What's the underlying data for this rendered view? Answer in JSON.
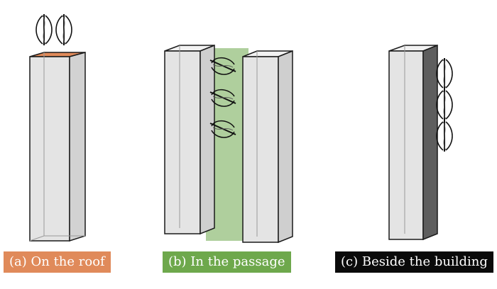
{
  "captions": {
    "roof": "(a) On the roof",
    "passage": "(b) In the passage",
    "beside": "(c) Beside the building"
  },
  "colors": {
    "roof_highlight": "#e08a5a",
    "passage_highlight": "#6ea84c",
    "beside_highlight": "#0a0a0a",
    "building_fill": "#e4e4e4",
    "building_side_dark": "#5e5e5e",
    "outline": "#1a1a1a"
  },
  "icons": {
    "turbine": "vertical-axis-wind-turbine-icon"
  }
}
